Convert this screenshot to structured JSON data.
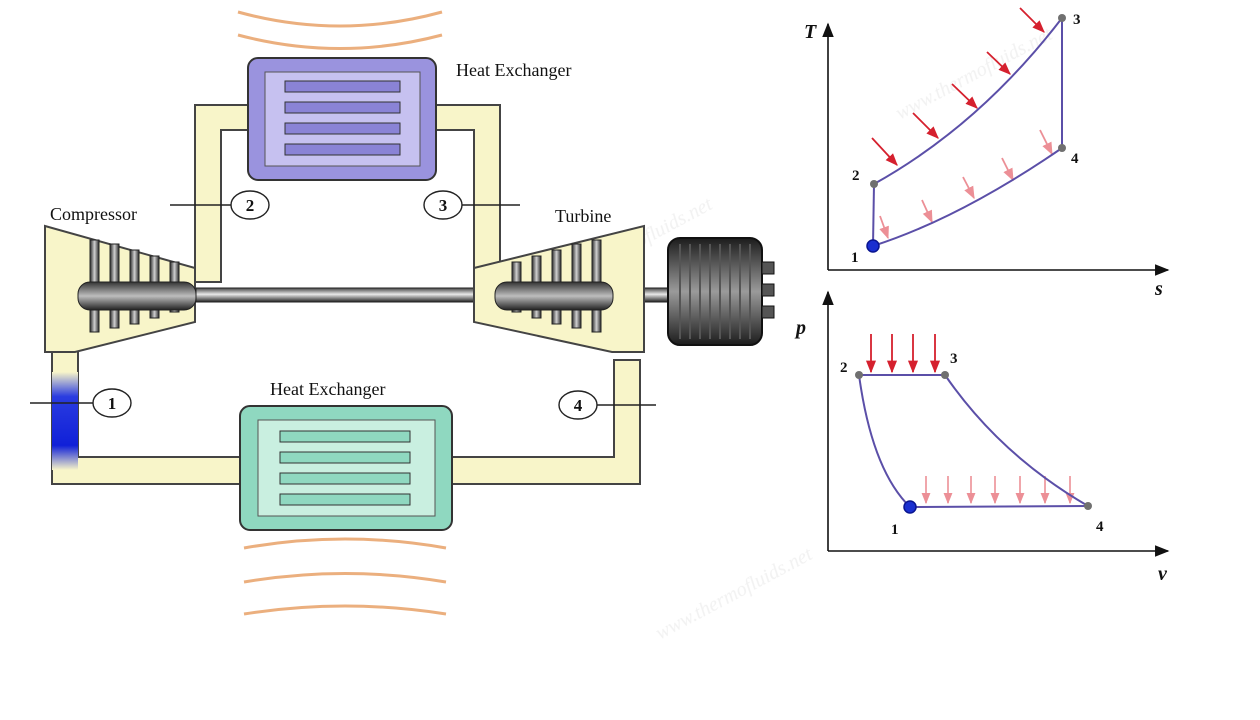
{
  "diagram": {
    "labels": {
      "heat_exchanger_top": "Heat Exchanger",
      "heat_exchanger_bottom": "Heat Exchanger",
      "compressor": "Compressor",
      "turbine": "Turbine"
    },
    "states": [
      "1",
      "2",
      "3",
      "4"
    ]
  },
  "ts_diagram": {
    "y_axis": "T",
    "x_axis": "s",
    "points": [
      "1",
      "2",
      "3",
      "4"
    ]
  },
  "pv_diagram": {
    "y_axis": "p",
    "x_axis": "v",
    "points": [
      "1",
      "2",
      "3",
      "4"
    ]
  },
  "watermark": "www.thermofluids.net",
  "colors": {
    "duct": "#f8f5c9",
    "hot_exchanger": "#9a93de",
    "cold_exchanger": "#8fd8c0",
    "heat_waves": "#e8a268",
    "inlet": "#1020d8",
    "cycle_line": "#5b4fa8",
    "heat_in_arrow": "#d5202e",
    "heat_out_arrow": "#ec8f96",
    "state_point": "#707070",
    "state_1": "#1a2fd0"
  }
}
